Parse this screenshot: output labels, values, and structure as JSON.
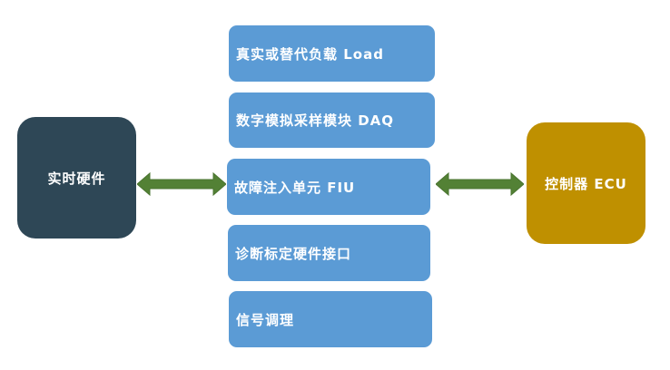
{
  "colors": {
    "module_fill": "#5b9bd5",
    "rt_hardware_fill": "#2e4756",
    "ecu_fill": "#bf9000",
    "arrow": "#538135"
  },
  "left_block": {
    "label": "实时硬件"
  },
  "right_block": {
    "label": "控制器 ECU"
  },
  "modules": [
    {
      "label": "真实或替代负载 Load"
    },
    {
      "label": "数字模拟采样模块 DAQ"
    },
    {
      "label": "故障注入单元 FIU"
    },
    {
      "label": "诊断标定硬件接口"
    },
    {
      "label": "信号调理"
    }
  ],
  "connectors": [
    {
      "from": "实时硬件",
      "to": "故障注入单元 FIU",
      "style": "double-arrow"
    },
    {
      "from": "故障注入单元 FIU",
      "to": "控制器 ECU",
      "style": "double-arrow"
    }
  ]
}
